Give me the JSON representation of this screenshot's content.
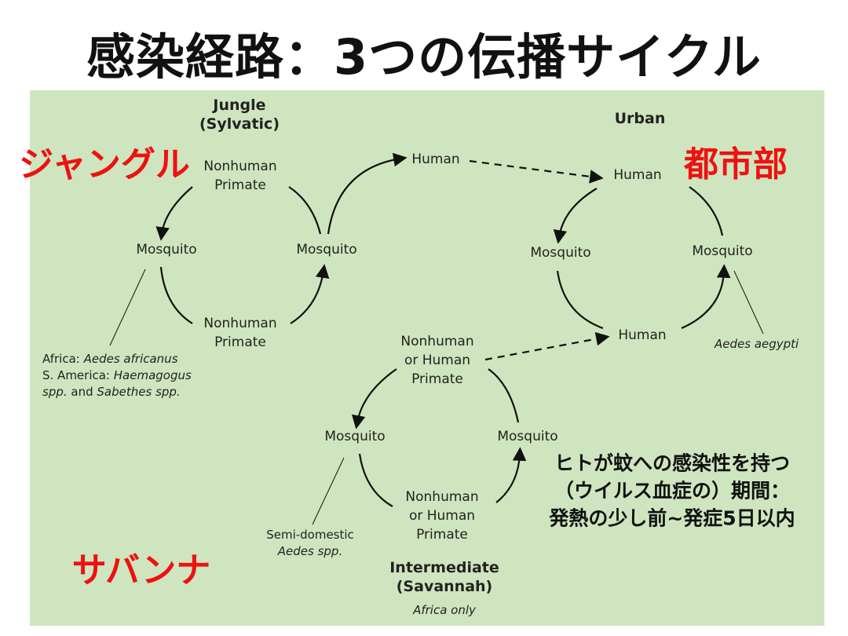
{
  "title": "感染経路：3つの伝播サイクル",
  "labels_jp": {
    "jungle": "ジャングル",
    "urban": "都市部",
    "savannah": "サバンナ"
  },
  "jungle": {
    "title1": "Jungle",
    "title2": "(Sylvatic)",
    "top": "Nonhuman\nPrimate",
    "left": "Mosquito",
    "right": "Mosquito",
    "bottom": "Nonhuman\nPrimate",
    "note": {
      "l1a": "Africa: ",
      "l1b": "Aedes africanus",
      "l2a": "S. America: ",
      "l2b": "Haemagogus",
      "l3a": "spp.",
      "l3b": " and ",
      "l3c": "Sabethes spp."
    }
  },
  "bridge_human": "Human",
  "urban": {
    "title": "Urban",
    "top": "Human",
    "left": "Mosquito",
    "right": "Mosquito",
    "bottom": "Human",
    "note": "Aedes aegypti"
  },
  "savannah": {
    "top": "Nonhuman\nor Human\nPrimate",
    "left": "Mosquito",
    "right": "Mosquito",
    "bottom": "Nonhuman\nor Human\nPrimate",
    "title1": "Intermediate",
    "title2": "(Savannah)",
    "subtitle": "Africa only",
    "note1": "Semi-domestic",
    "note2": "Aedes spp."
  },
  "viremia_note": {
    "l1": "ヒトが蚊への感染性を持つ",
    "l2": "（ウイルス血症の）期間：",
    "l3": "発熱の少し前~発症5日以内"
  }
}
